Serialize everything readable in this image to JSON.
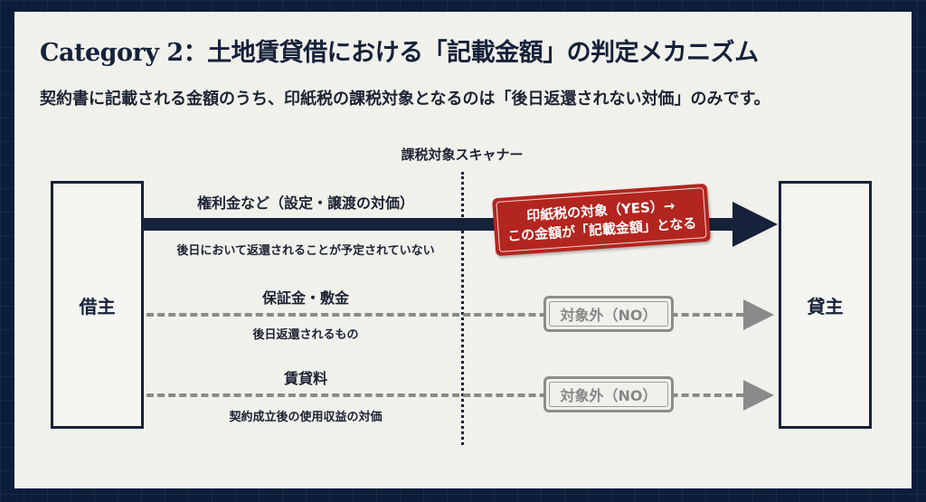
{
  "title": "Category 2：土地賃貸借における「記載金額」の判定メカニズム",
  "subtitle": "契約書に記載される金額のうち、印紙税の課税対象となるのは「後日返還されない対価」のみです。",
  "scanner_label": "課税対象スキャナー",
  "borrower": "借主",
  "lender": "貸主",
  "rows": [
    {
      "label": "権利金など（設定・譲渡の対価）",
      "sub": "後日において返還されることが予定されていない",
      "result_line1": "印紙税の対象（YES）→",
      "result_line2": "この金額が「記載金額」となる"
    },
    {
      "label": "保証金・敷金",
      "sub": "後日返還されるもの",
      "result": "対象外（NO）"
    },
    {
      "label": "賃貸料",
      "sub": "契約成立後の使用収益の対価",
      "result": "対象外（NO）"
    }
  ],
  "colors": {
    "navy": "#16213a",
    "red": "#b3251f",
    "gray": "#8a8a8a"
  }
}
